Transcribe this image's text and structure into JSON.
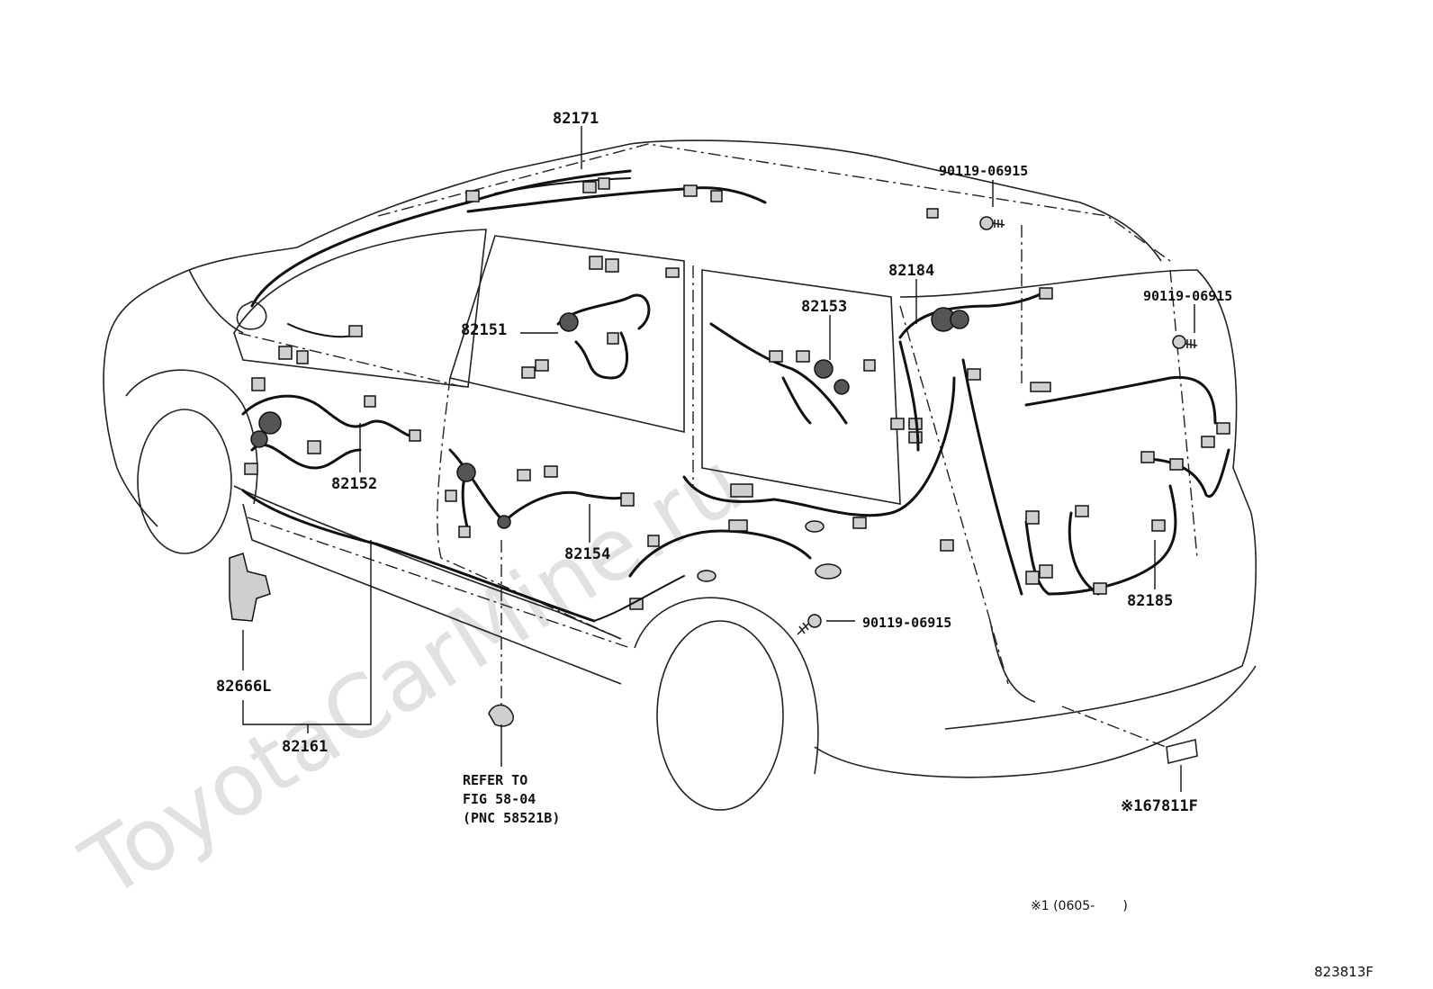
{
  "watermark": "ToyotaCarMine.ru",
  "callouts": {
    "harness_roof": "82171",
    "harness_front_door_rh": "82151",
    "harness_front_door_lh": "82152",
    "harness_rear_door": "82153",
    "harness_rear_door_2": "82154",
    "harness_back_door": "82184",
    "harness_luggage": "82185",
    "harness_floor": "82161",
    "protector": "82666L",
    "bolt_top": "90119-06915",
    "bolt_right": "90119-06915",
    "bolt_bottom": "90119-06915",
    "label_part": "※167811F"
  },
  "refer": {
    "line1": "REFER TO",
    "line2": "FIG 58-04",
    "line3": "(PNC 58521B)"
  },
  "footnote": "※1 (0605-       )",
  "illustration_code": "823813F"
}
